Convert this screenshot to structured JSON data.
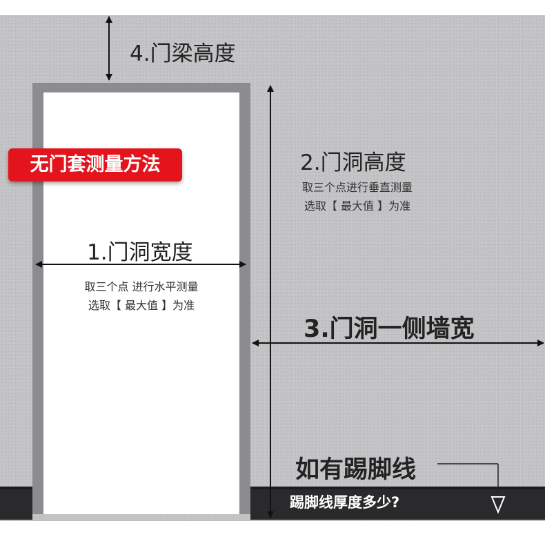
{
  "badge": "无门套测量方法",
  "labels": {
    "beam_height": "4.门梁高度",
    "opening_height": "2.门洞高度",
    "opening_height_note": [
      "取三个点进行垂直测量",
      "选取【 最大值 】为准"
    ],
    "opening_width": "1.门洞宽度",
    "opening_width_note": [
      "取三个点 进行水平测量",
      "选取【 最大值 】为准"
    ],
    "wall_width": "3.门洞一侧墙宽",
    "skirting": "如有踢脚线",
    "skirting_question": "踢脚线厚度多少?"
  },
  "colors": {
    "wall": "#c4c4c7",
    "frame": "#8c8c90",
    "badge": "#e3141b",
    "skirting": "#2a2a2c"
  }
}
